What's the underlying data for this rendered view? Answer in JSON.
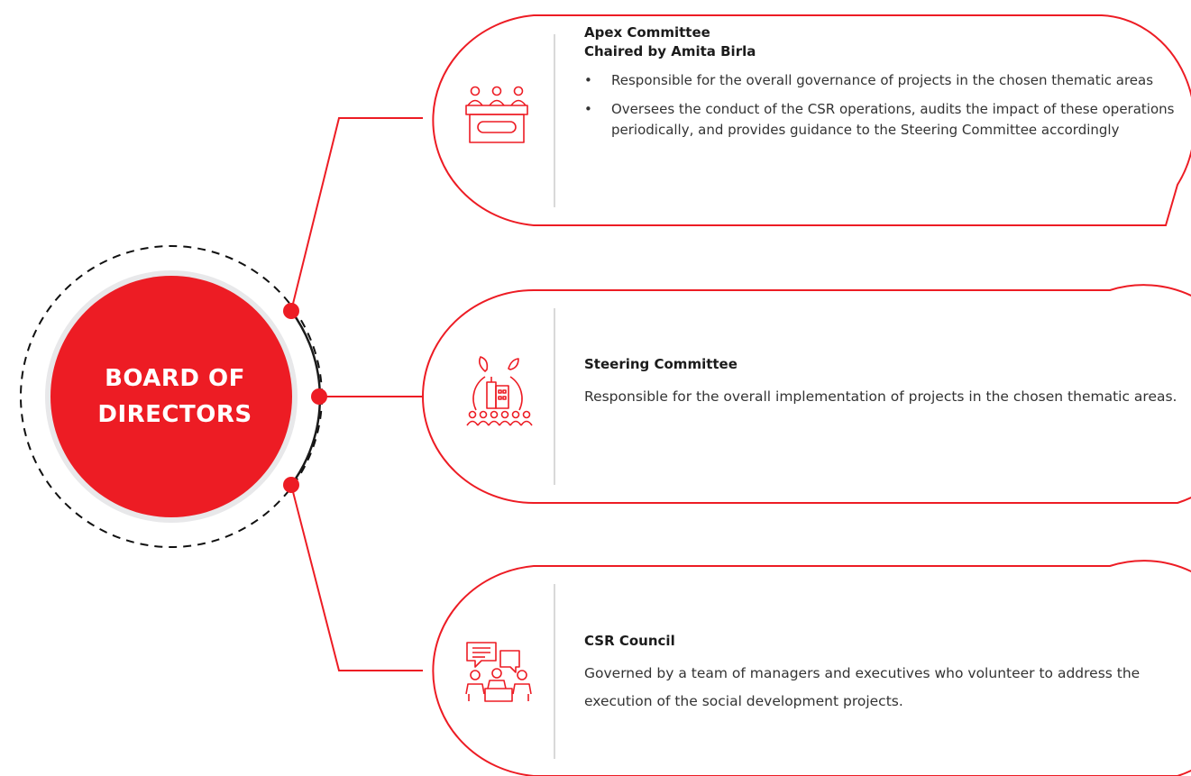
{
  "board": {
    "line1": "BOARD OF",
    "line2": "DIRECTORS"
  },
  "committees": [
    {
      "title_line1": "Apex Committee",
      "title_line2": "Chaired by Amita Birla",
      "icon": "meeting-panel-icon",
      "bullets": [
        "Responsible for the overall governance of projects in the chosen thematic areas",
        "Oversees the conduct of the CSR operations, audits the impact of these operations periodically, and provides guidance to the Steering Committee accordingly"
      ]
    },
    {
      "title": "Steering Committee",
      "icon": "community-globe-icon",
      "description": "Responsible for the overall implementation of projects in the chosen thematic areas."
    },
    {
      "title": "CSR Council",
      "icon": "team-discussion-icon",
      "description": "Governed by a team of managers and executives who volunteer to address the execution of the social development projects."
    }
  ],
  "colors": {
    "accent": "#ed1c24",
    "divider": "#d9d9d9",
    "text": "#333333"
  }
}
